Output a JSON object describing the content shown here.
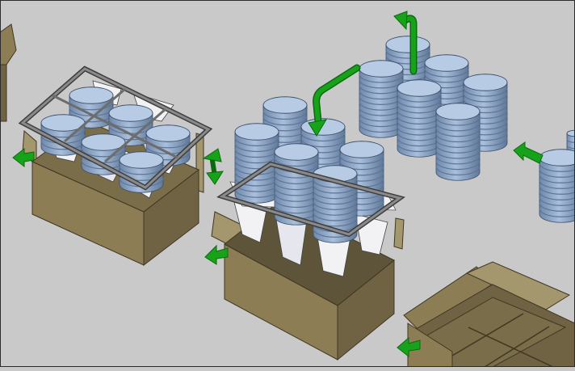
{
  "viewport": {
    "background": "#c9c9c9",
    "frame_color": "#2b2b2b"
  },
  "colors": {
    "carton_face": "#8c7d55",
    "carton_dark": "#6f6343",
    "carton_light": "#a4966d",
    "carton_edge": "#3f3722",
    "can_body": "#8ea8c8",
    "can_top": "#b7cbe4",
    "can_ring": "#5d7597",
    "grid_frame": "#6d6d6d",
    "grid_frame_dark": "#3e3e3e",
    "funnel_white": "#f2f2f5",
    "arrow_green": "#16a31a",
    "arrow_dark": "#0b6a0e"
  },
  "scene": {
    "cartons": [
      {
        "id": "carton-left",
        "state": "loaded"
      },
      {
        "id": "carton-center",
        "state": "loading"
      },
      {
        "id": "carton-bottom-right",
        "state": "empty-open"
      },
      {
        "id": "carton-edge-left",
        "state": "partial"
      }
    ],
    "can_groups": [
      {
        "id": "cans-left",
        "count": 6
      },
      {
        "id": "cans-center",
        "count": 6
      },
      {
        "id": "cans-infeed",
        "count": 6
      },
      {
        "id": "cans-right-edge",
        "count": 2
      }
    ],
    "arrows": [
      {
        "id": "arrow-lift-up",
        "icon": "arrow-up-curved-icon"
      },
      {
        "id": "arrow-transfer",
        "icon": "arrow-down-curved-icon"
      },
      {
        "id": "arrow-vertical",
        "icon": "arrow-up-down-icon"
      },
      {
        "id": "arrow-left-carton",
        "icon": "arrow-left-icon"
      },
      {
        "id": "arrow-center-carton",
        "icon": "arrow-left-icon"
      },
      {
        "id": "arrow-bottom-carton",
        "icon": "arrow-left-icon"
      },
      {
        "id": "arrow-infeed",
        "icon": "arrow-left-icon"
      }
    ]
  }
}
